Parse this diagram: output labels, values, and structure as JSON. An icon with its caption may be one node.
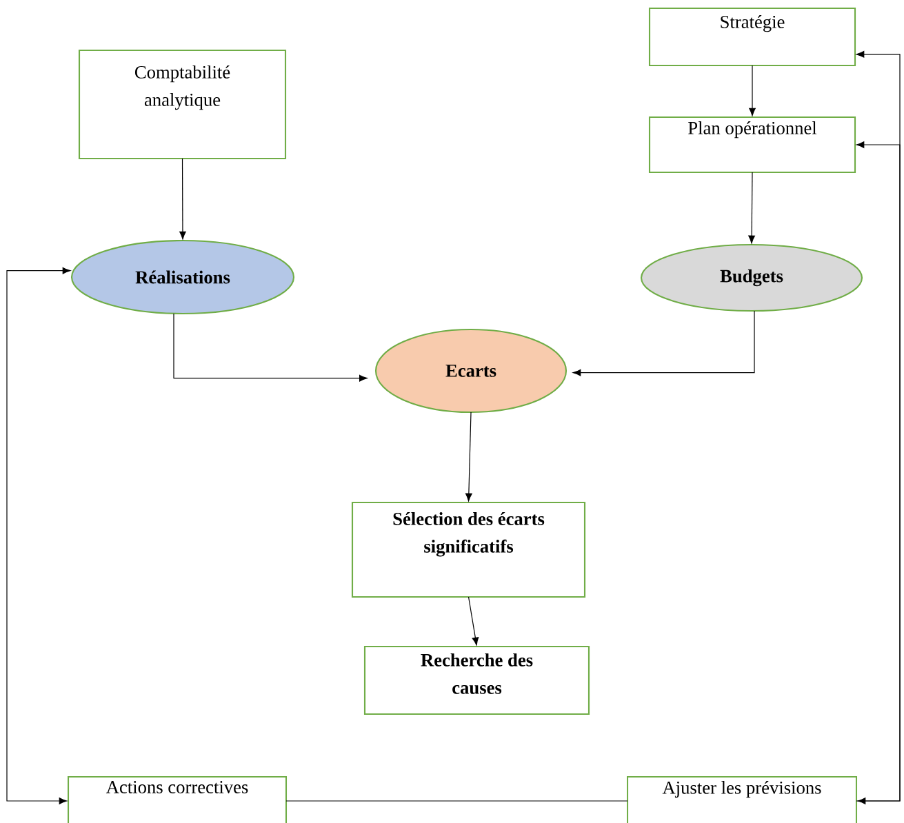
{
  "diagram": {
    "nodes": [
      {
        "text": [
          "Comptabilité analytique"
        ]
      },
      {
        "text": [
          "Stratégie"
        ]
      },
      {
        "text": [
          "Plan opérationnel"
        ]
      },
      {
        "text": [
          "Réalisations"
        ]
      },
      {
        "text": [
          "Budgets"
        ]
      },
      {
        "text": [
          "Ecarts"
        ]
      },
      {
        "text": [
          "Sélection des écarts significatifs"
        ]
      },
      {
        "text": [
          "Recherche des causes"
        ]
      },
      {
        "text": [
          "Actions correctives"
        ]
      },
      {
        "text": [
          "Ajuster les prévisions"
        ]
      }
    ],
    "edges": [
      {
        "from": 0,
        "to": 3,
        "arrow": "to"
      },
      {
        "from": 1,
        "to": 2,
        "arrow": "to"
      },
      {
        "from": 2,
        "to": 4,
        "arrow": "to"
      },
      {
        "from": 3,
        "to": 5,
        "arrow": "to"
      },
      {
        "from": 4,
        "to": 5,
        "arrow": "to"
      },
      {
        "from": 5,
        "to": 6,
        "arrow": "to"
      },
      {
        "from": 6,
        "to": 7,
        "arrow": "to"
      },
      {
        "from": 8,
        "to": 9,
        "arrow": "none"
      },
      {
        "from": 3,
        "to": 8,
        "arrow": "both"
      },
      {
        "from": 1,
        "to": 9,
        "arrow": "both"
      },
      {
        "from": 9,
        "to": 2,
        "arrow": "to"
      }
    ]
  }
}
